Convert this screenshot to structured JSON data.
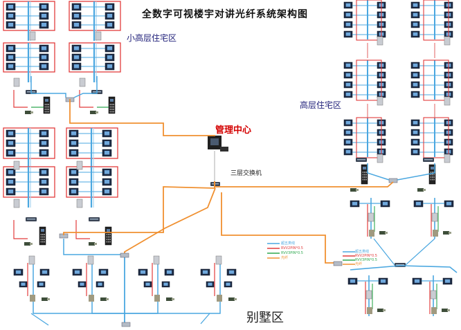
{
  "title": "全数字可视楼宇对讲光纤系统架构图",
  "regions": {
    "small_high_rise": "小高层住宅区",
    "high_rise": "高层住宅区",
    "villa": "别墅区"
  },
  "management_center": "管理中心",
  "core_switch": "三层交换机",
  "legend": [
    {
      "label": "超五类线",
      "color": "#4aa7e0"
    },
    {
      "label": "RVV2PIN*0.5",
      "color": "#e23b3b"
    },
    {
      "label": "RVV3PIN*0.5",
      "color": "#2fa84f"
    },
    {
      "label": "光纤",
      "color": "#f09030"
    }
  ],
  "colors": {
    "fiber": "#f09030",
    "cat5e": "#4aa7e0",
    "rvv2": "#e23b3b",
    "rvv3": "#2fa84f",
    "monitor": "#1d2b44",
    "screen": "#6fa8dc"
  }
}
